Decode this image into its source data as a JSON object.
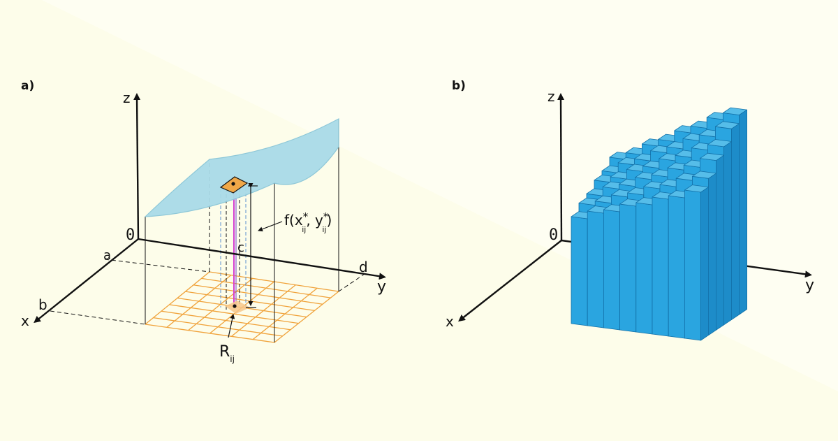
{
  "colors": {
    "background": "#fdfdea",
    "background_band": "#fefef4",
    "surface_fill": "#a9dbe8",
    "surface_stroke": "#8ac6d8",
    "grid_orange": "#f0a23a",
    "patch_orange": "#f0a848",
    "bar_top": "#56bde9",
    "bar_front": "#2aa5e0",
    "bar_side": "#1d8cc9",
    "bar_line": "#1270a8",
    "magenta": "#d23fd0",
    "axis": "#111111"
  },
  "panel_a": {
    "label": "a)",
    "axis_z": "z",
    "axis_x": "x",
    "axis_y": "y",
    "origin": "0",
    "tick_a": "a",
    "tick_b": "b",
    "tick_c": "c",
    "tick_d": "d",
    "f_label": {
      "prefix": "f(x",
      "x_sup": "*",
      "x_sub": "ij",
      "comma": ", y",
      "y_sup": "*",
      "y_sub": "ij",
      "suffix": ")"
    },
    "r_label": {
      "main": "R",
      "sub": "ij"
    }
  },
  "panel_b": {
    "label": "b)",
    "axis_z": "z",
    "axis_x": "x",
    "axis_y": "y",
    "origin": "0"
  }
}
